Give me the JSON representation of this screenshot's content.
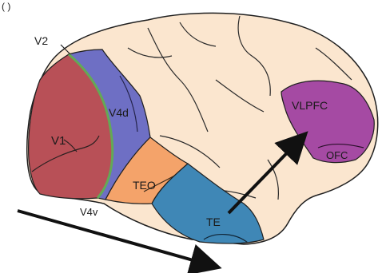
{
  "diagram": {
    "corner_mark": "( )",
    "colors": {
      "cortex": "#fbe6cf",
      "v1": "#b85057",
      "v2_border": "#63a956",
      "v4": "#6e6fc4",
      "teo": "#f4a36a",
      "te": "#3f87b6",
      "vlpfc": "#a54aa3",
      "outline": "#1f1f1f",
      "arrow": "#111111"
    },
    "labels": {
      "v2": "V2",
      "v1": "V1",
      "v4d": "V4d",
      "v4v": "V4v",
      "teo": "TEO",
      "te": "TE",
      "vlpfc": "VLPFC",
      "ofc": "OFC"
    }
  }
}
